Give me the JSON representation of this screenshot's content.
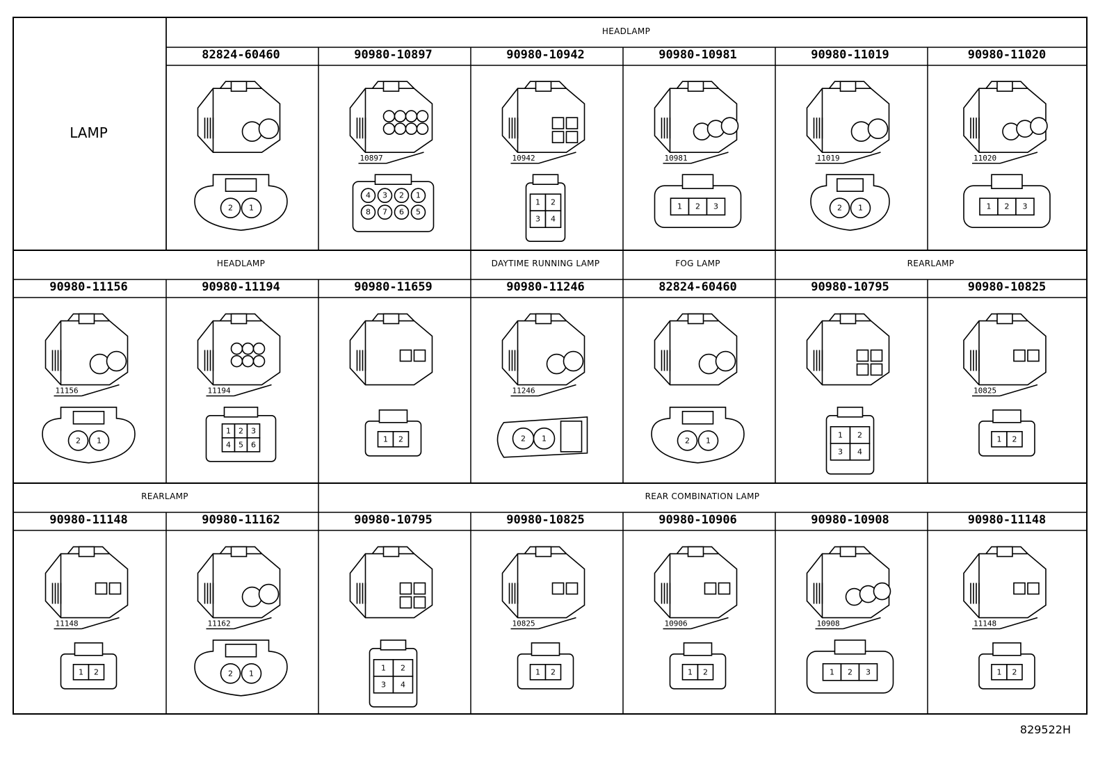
{
  "lamp_label": "LAMP",
  "doc_code": "829522H",
  "rows": [
    {
      "groups": [
        {
          "label": "HEADLAMP"
        }
      ],
      "cells": [
        {
          "part": "82824-60460",
          "ref": "",
          "pins": [
            "2",
            "1"
          ],
          "style": "round2"
        },
        {
          "part": "90980-10897",
          "ref": "10897",
          "pins": [
            "4",
            "3",
            "2",
            "1",
            "8",
            "7",
            "6",
            "5"
          ],
          "style": "grid8"
        },
        {
          "part": "90980-10942",
          "ref": "10942",
          "pins": [
            "1",
            "2",
            "3",
            "4"
          ],
          "style": "grid4v"
        },
        {
          "part": "90980-10981",
          "ref": "10981",
          "pins": [
            "1",
            "2",
            "3"
          ],
          "style": "row3"
        },
        {
          "part": "90980-11019",
          "ref": "11019",
          "pins": [
            "2",
            "1"
          ],
          "style": "round2small"
        },
        {
          "part": "90980-11020",
          "ref": "11020",
          "pins": [
            "1",
            "2",
            "3"
          ],
          "style": "row3"
        }
      ]
    },
    {
      "groups": [
        {
          "label": "HEADLAMP"
        },
        {
          "label": "DAYTIME RUNNING LAMP"
        },
        {
          "label": "FOG LAMP"
        },
        {
          "label": "REARLAMP"
        }
      ],
      "cells": [
        {
          "part": "90980-11156",
          "ref": "11156",
          "pins": [
            "2",
            "1"
          ],
          "style": "round2"
        },
        {
          "part": "90980-11194",
          "ref": "11194",
          "pins": [
            "1",
            "2",
            "3",
            "4",
            "5",
            "6"
          ],
          "style": "grid6"
        },
        {
          "part": "90980-11659",
          "ref": "",
          "pins": [
            "1",
            "2"
          ],
          "style": "row2"
        },
        {
          "part": "90980-11246",
          "ref": "11246",
          "pins": [
            "2",
            "1"
          ],
          "style": "round2h"
        },
        {
          "part": "82824-60460",
          "ref": "",
          "pins": [
            "2",
            "1"
          ],
          "style": "round2"
        },
        {
          "part": "90980-10795",
          "ref": "",
          "pins": [
            "1",
            "2",
            "3",
            "4"
          ],
          "style": "grid4"
        },
        {
          "part": "90980-10825",
          "ref": "10825",
          "pins": [
            "1",
            "2"
          ],
          "style": "row2"
        }
      ]
    },
    {
      "groups": [
        {
          "label": "REARLAMP"
        },
        {
          "label": "REAR COMBINATION LAMP"
        }
      ],
      "cells": [
        {
          "part": "90980-11148",
          "ref": "11148",
          "pins": [
            "1",
            "2"
          ],
          "style": "row2"
        },
        {
          "part": "90980-11162",
          "ref": "11162",
          "pins": [
            "2",
            "1"
          ],
          "style": "round2"
        },
        {
          "part": "90980-10795",
          "ref": "",
          "pins": [
            "1",
            "2",
            "3",
            "4"
          ],
          "style": "grid4"
        },
        {
          "part": "90980-10825",
          "ref": "10825",
          "pins": [
            "1",
            "2"
          ],
          "style": "row2"
        },
        {
          "part": "90980-10906",
          "ref": "10906",
          "pins": [
            "1",
            "2"
          ],
          "style": "row2"
        },
        {
          "part": "90980-10908",
          "ref": "10908",
          "pins": [
            "1",
            "2",
            "3"
          ],
          "style": "row3"
        },
        {
          "part": "90980-11148",
          "ref": "11148",
          "pins": [
            "1",
            "2"
          ],
          "style": "row2"
        }
      ]
    }
  ]
}
